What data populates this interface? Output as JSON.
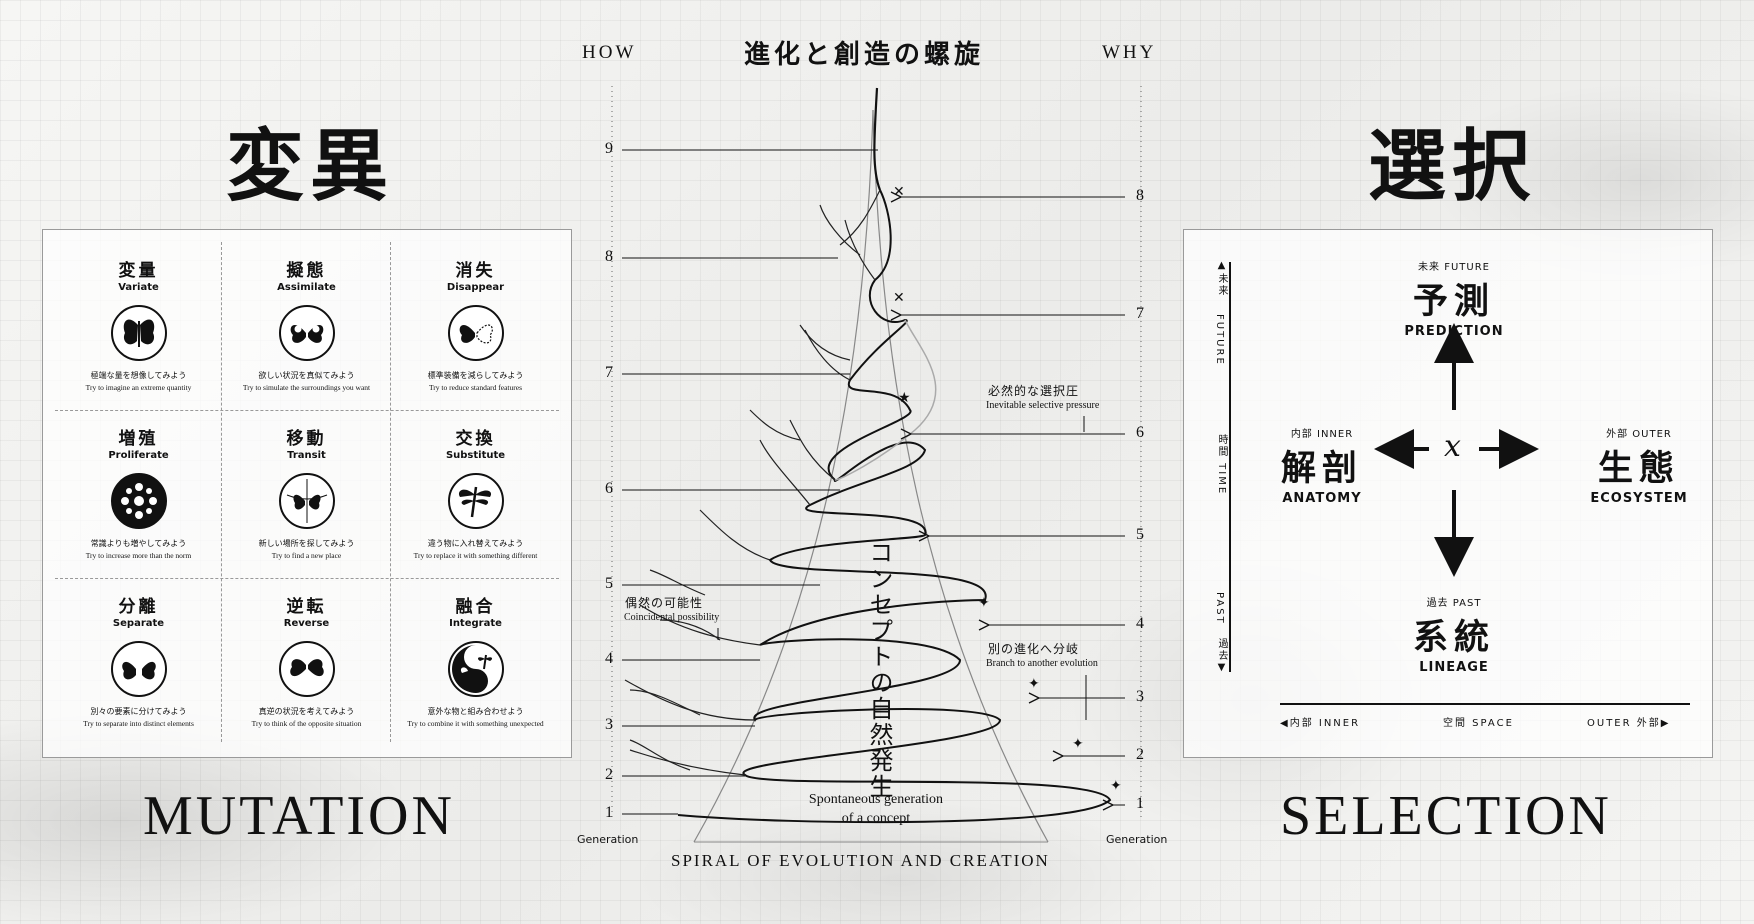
{
  "mutation": {
    "heading_jp": "変異",
    "heading_en": "MUTATION",
    "cells": [
      {
        "jp": "変量",
        "en": "Variate",
        "desc_jp": "極端な量を想像してみよう",
        "desc_en": "Try to imagine an extreme quantity",
        "icon": "butterfly-stretched-icon"
      },
      {
        "jp": "擬態",
        "en": "Assimilate",
        "desc_jp": "欲しい状況を真似てみよう",
        "desc_en": "Try to simulate the surroundings you want",
        "icon": "butterfly-eyespots-icon"
      },
      {
        "jp": "消失",
        "en": "Disappear",
        "desc_jp": "標準装備を減らしてみよう",
        "desc_en": "Try to reduce standard features",
        "icon": "butterfly-half-outline-icon"
      },
      {
        "jp": "増殖",
        "en": "Proliferate",
        "desc_jp": "常識よりも増やしてみよう",
        "desc_en": "Try to increase more than the norm",
        "icon": "butterfly-multiple-icon"
      },
      {
        "jp": "移動",
        "en": "Transit",
        "desc_jp": "新しい場所を探してみよう",
        "desc_en": "Try to find a new place",
        "icon": "butterfly-globe-icon"
      },
      {
        "jp": "交換",
        "en": "Substitute",
        "desc_jp": "違う物に入れ替えてみよう",
        "desc_en": "Try to replace it with something different",
        "icon": "dragonfly-icon"
      },
      {
        "jp": "分離",
        "en": "Separate",
        "desc_jp": "別々の要素に分けてみよう",
        "desc_en": "Try to separate into distinct elements",
        "icon": "butterfly-split-icon"
      },
      {
        "jp": "逆転",
        "en": "Reverse",
        "desc_jp": "真逆の状況を考えてみよう",
        "desc_en": "Try to think of the opposite situation",
        "icon": "butterfly-reversed-icon"
      },
      {
        "jp": "融合",
        "en": "Integrate",
        "desc_jp": "意外な物と組み合わせよう",
        "desc_en": "Try to combine it with something unexpected",
        "icon": "yin-yang-insects-icon"
      }
    ]
  },
  "selection": {
    "heading_jp": "選択",
    "heading_en": "SELECTION",
    "center": "x",
    "future": {
      "small": "未来 FUTURE",
      "kanji": "予測",
      "en": "PREDICTION"
    },
    "inner": {
      "small": "内部 INNER",
      "kanji": "解剖",
      "en": "ANATOMY"
    },
    "outer": {
      "small": "外部 OUTER",
      "kanji": "生態",
      "en": "ECOSYSTEM"
    },
    "past": {
      "small": "過去 PAST",
      "kanji": "系統",
      "en": "LINEAGE"
    },
    "time_axis": {
      "top": "▲未来",
      "future": "FUTURE",
      "time": "時間 TIME",
      "past": "PAST",
      "bottom": "過去▼"
    },
    "space_axis": {
      "left": "◀内部 INNER",
      "center": "空間 SPACE",
      "right": "OUTER 外部▶"
    }
  },
  "spiral": {
    "title_jp": "進化と創造の螺旋",
    "title_en": "SPIRAL OF EVOLUTION AND CREATION",
    "how": "HOW",
    "why": "WHY",
    "generation_left": "Generation",
    "generation_right": "Generation",
    "left_numbers": [
      "9",
      "8",
      "7",
      "6",
      "5",
      "4",
      "3",
      "2",
      "1"
    ],
    "right_numbers": [
      "8",
      "7",
      "6",
      "5",
      "4",
      "3",
      "2",
      "1"
    ],
    "concept_jp": "コンセプトの自然発生",
    "concept_en_1": "Spontaneous generation",
    "concept_en_2": "of a concept",
    "ann_pressure_jp": "必然的な選択圧",
    "ann_pressure_en": "Inevitable selective pressure",
    "ann_coincidental_jp": "偶然の可能性",
    "ann_coincidental_en": "Coincidental possibility",
    "ann_branch_jp": "別の進化へ分岐",
    "ann_branch_en": "Branch to another evolution"
  }
}
